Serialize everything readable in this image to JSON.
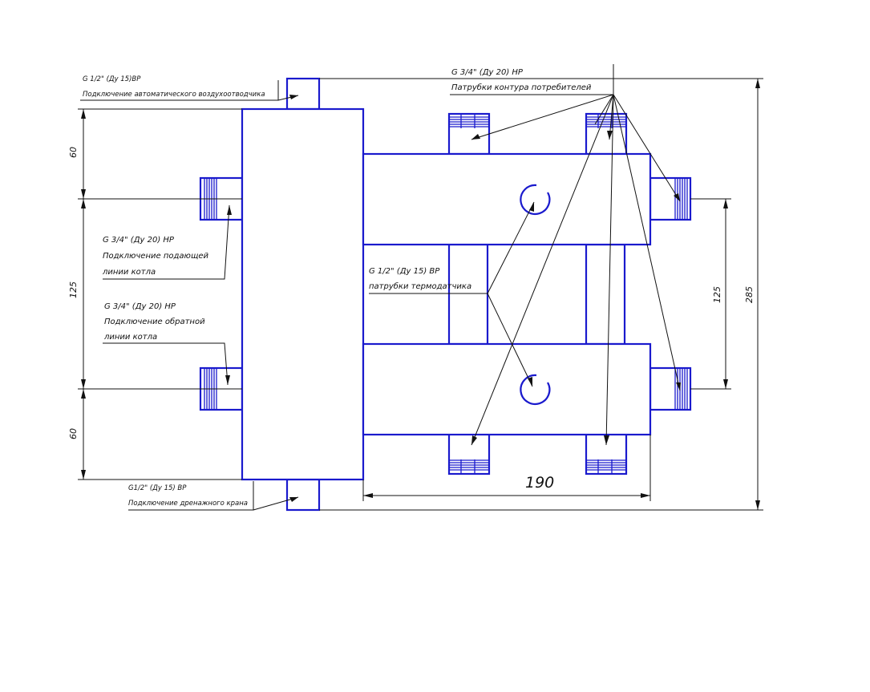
{
  "labels": {
    "air_vent_thread": "G 1/2\" (Ду 15)ВР",
    "air_vent_desc": "Подключение автоматического воздухоотводчика",
    "consumer_thread": "G 3/4\" (Ду 20) НР",
    "consumer_desc": "Патрубки контура потребителей",
    "supply_thread": "G 3/4\" (Ду 20) НР",
    "supply_desc_1": "Подключение подающей",
    "supply_desc_2": "линии котла",
    "return_thread": "G 3/4\" (Ду 20) НР",
    "return_desc_1": "Подключение обратной",
    "return_desc_2": "линии котла",
    "sensor_thread": "G 1/2\" (Ду 15) ВР",
    "sensor_desc": "патрубки термодатчика",
    "drain_thread": "G1/2\" (Ду 15) ВР",
    "drain_desc": "Подключение дренажного крана"
  },
  "dimensions": {
    "top_left": "60",
    "middle_left": "125",
    "bottom_left": "60",
    "right_spacing": "125",
    "overall_height": "285",
    "width": "190"
  }
}
